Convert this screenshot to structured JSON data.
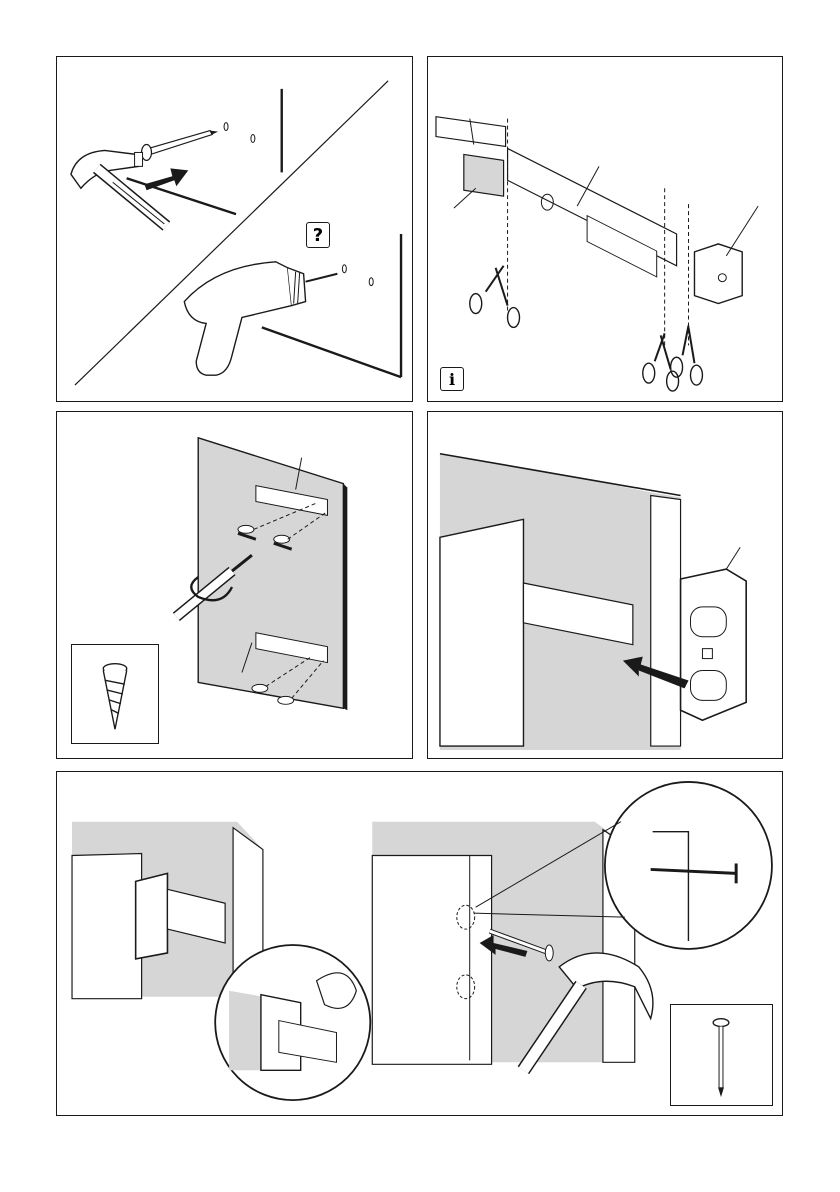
{
  "page": {
    "panels": [
      {
        "id": "p1",
        "description_icons": [
          "hammer-icon",
          "nail-icon",
          "drill-icon",
          "question-icon"
        ]
      },
      {
        "id": "p2",
        "description_icons": [
          "scissors-icon",
          "info-icon"
        ]
      },
      {
        "id": "p3",
        "description_icons": [
          "screwdriver-icon",
          "screw-icon",
          "rotate-arrow-icon"
        ]
      },
      {
        "id": "p4",
        "description_icons": [
          "push-arrow-icon"
        ]
      },
      {
        "id": "p5",
        "description_icons": [
          "hammer-icon",
          "nail-icon",
          "magnifier-icon"
        ]
      }
    ],
    "hints": {
      "question_symbol": "?",
      "info_symbol": "i"
    },
    "colors": {
      "line": "#1a1a1a",
      "panel_fill": "#d6d6d6",
      "background": "#ffffff"
    }
  }
}
